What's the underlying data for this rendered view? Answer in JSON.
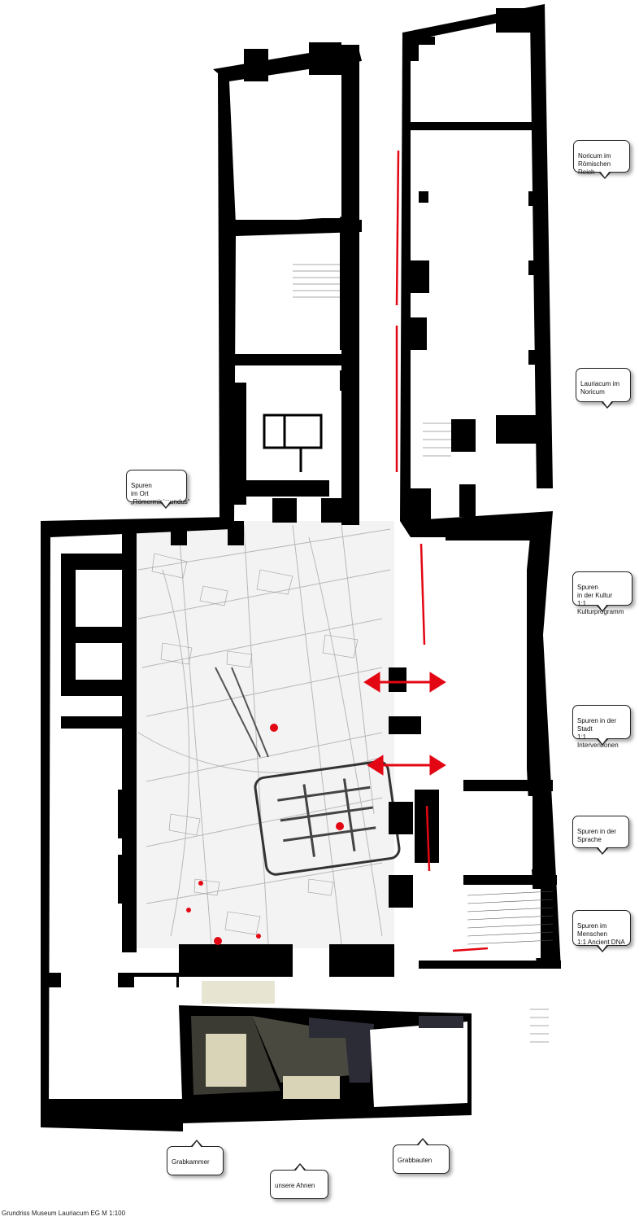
{
  "caption": "Grundriss Museum Lauriacum EG M 1:100",
  "labels": {
    "noricum_reich": "Noricum im\nRömischen Reich",
    "lauriacum_noricum": "Lauriacum im\nNoricum",
    "spuren_ort": "Spuren\nim Ort\n„Römerminimundus“",
    "spuren_kultur": "Spuren\nin der Kultur\n1:1 Kulturprogramm",
    "spuren_stadt": "Spuren in der\nStadt\n1:1 Interventionen",
    "spuren_sprache": "Spuren in der\nSprache",
    "spuren_menschen": "Spuren im\nMenschen\n1:1 Ancient DNA",
    "grabkammer": "Grabkammer",
    "unsere_ahnen": "unsere Ahnen",
    "grabbauten": "Grabbauten"
  },
  "colors": {
    "wall": "#000000",
    "accent": "#e30613",
    "map": "#d8d8d8",
    "dark_room": "#3b3a33",
    "light_room": "#d9d4b8"
  }
}
